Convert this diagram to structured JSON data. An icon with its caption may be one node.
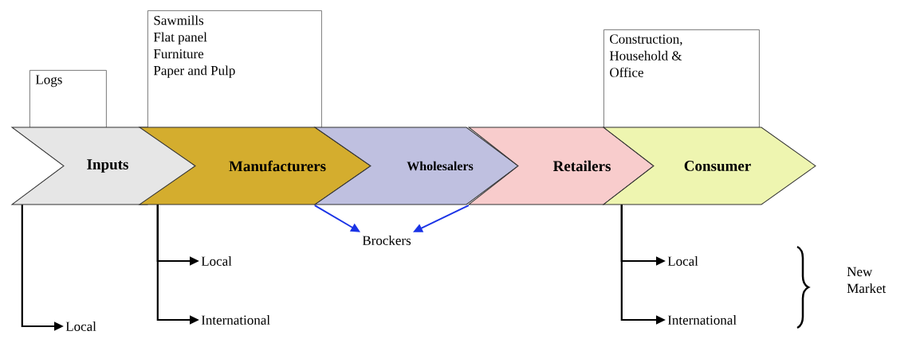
{
  "diagram": {
    "nodes": [
      {
        "text": [
          "Logs"
        ]
      },
      {
        "text": [
          "Sawmills",
          "Flat panel",
          "Furniture",
          "Paper and Pulp"
        ]
      },
      {
        "text": [
          "Construction, Household & Office"
        ]
      },
      {
        "text": [
          "Inputs"
        ]
      },
      {
        "text": [
          "Manufacturers"
        ]
      },
      {
        "text": [
          "Wholesalers"
        ]
      },
      {
        "text": [
          "Retailers"
        ]
      },
      {
        "text": [
          "Consumer"
        ]
      },
      {
        "text": [
          "Brockers"
        ]
      },
      {
        "text": [
          "Local"
        ]
      },
      {
        "text": [
          "Local"
        ]
      },
      {
        "text": [
          "International"
        ]
      },
      {
        "text": [
          "Local"
        ]
      },
      {
        "text": [
          "International"
        ]
      }
    ],
    "edges": [
      {
        "from": 3,
        "to": 9,
        "arrow": "to"
      },
      {
        "from": 4,
        "to": 10,
        "arrow": "to"
      },
      {
        "from": 4,
        "to": 11,
        "arrow": "to"
      },
      {
        "from": 5,
        "to": 8,
        "arrow": "to",
        "color": "#1a33e6"
      },
      {
        "from": 5,
        "to": 8,
        "arrow": "to",
        "color": "#1a33e6"
      },
      {
        "from": 7,
        "to": 12,
        "arrow": "to"
      },
      {
        "from": 7,
        "to": 13,
        "arrow": "to"
      }
    ],
    "labels": [
      "New Market"
    ]
  }
}
